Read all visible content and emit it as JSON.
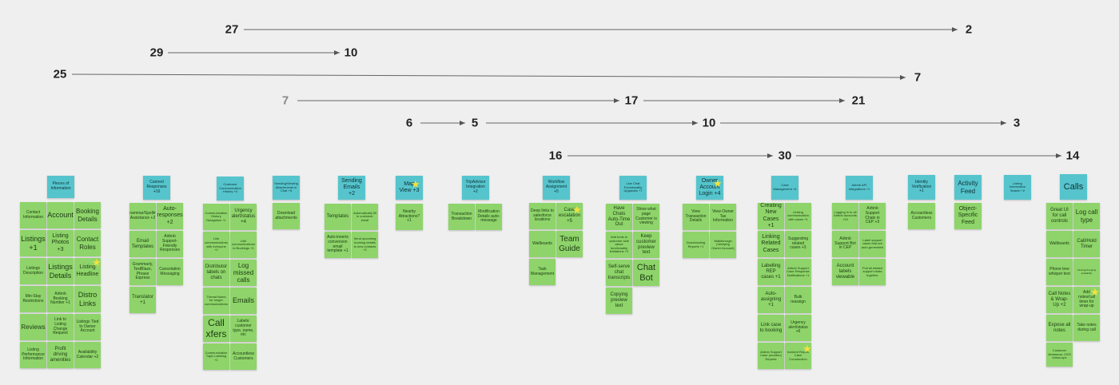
{
  "timeline": [
    {
      "from": "27",
      "to": "2"
    },
    {
      "from": "29",
      "to": "10"
    },
    {
      "from": "25",
      "to": "7"
    },
    {
      "from": "7",
      "mid": "17",
      "to": "21"
    },
    {
      "from": "6",
      "mid": "5",
      "mid2": "10",
      "to": "3"
    },
    {
      "from": "16",
      "mid": "30",
      "to": "14"
    }
  ],
  "groups": [
    {
      "header": "Pieces of Information",
      "notes": [
        "Contact Information",
        "Account",
        "Booking Details",
        "Listings +1",
        "Listing Photos +3",
        "Contact Roles",
        "Listings Description",
        "Listings Details",
        "Listing Headline",
        "Min-Stay Restrictions",
        "Airbnb Booking Number +1",
        "Distro Links",
        "Reviews",
        "Link to Listing Change Request",
        "Listings Tied to Owner Account",
        "Listing Performance Information",
        "Profit driving amenities",
        "Availability Calendar +2"
      ]
    },
    {
      "header": "Canned Responses +16",
      "notes": [
        "Grammar/Spelling Assistance +2",
        "Auto-responses +2",
        "Email Templates",
        "Airbnb Support-Friendly Responses",
        "Grammarly, TextBlaze, Phrase Express",
        "Cancelation Messaging",
        "Translator +1"
      ]
    },
    {
      "header": "Customer Communication History +4",
      "notes": [
        "Communication History Navigation +1",
        "Urgency alert/status +4",
        "Link communications with everyone +1",
        "Link communications to Bookings +1",
        "Distributor labels on chats",
        "Log missed calls",
        "Thread Notes for longer communications",
        "Emails",
        "Call xfers",
        "Labels: customer type, name, etc",
        "Communication Topic Labeling +1",
        "Accountless Customers"
      ]
    },
    {
      "header": "Sending/Viewing Attachments in Chat +5",
      "notes": [
        "Download attachments"
      ]
    },
    {
      "header": "Sending Emails +2",
      "notes": [
        "Templates",
        "Automatically fill in customer email",
        "Auto-inserts conversion email template +1",
        "Send upcoming booking details to new contacts +2"
      ]
    },
    {
      "header": "Map View +3",
      "notes": [
        "Nearby Attractions? +1"
      ]
    },
    {
      "header": "TripAdvisor Integration +2",
      "notes": [
        "Transaction Breakdown",
        "Modification Details auto-message"
      ]
    },
    {
      "header": "Workflow Assignment +5",
      "notes": [
        "Deep links to salesforce locations",
        "Case escalation +5",
        "Wallboards",
        "Team Guide",
        "Task Management"
      ]
    },
    {
      "header": "Live Chat Functionality Upgrades +7",
      "notes": [
        "Have Chats Auto-Time Out",
        "Show what page Customer is viewing",
        "Add tools to customer side about functionality limitations +2",
        "Keep customer preview text",
        "Self-serve chat transcripts",
        "Chat Bot",
        "Copying preview text"
      ]
    },
    {
      "header": "Owner Account Login +4",
      "notes": [
        "View Transaction Details",
        "View Owner Tax Information",
        "Downloading Reports +1",
        "Walkthrough (Verifying Owner Account)"
      ]
    },
    {
      "header": "Case Management +4",
      "notes": [
        "Creating New Cases +1",
        "Linking communication with cases +1",
        "Linking Related Cases",
        "Suggesting related cases +3",
        "Labelling REP cases +1",
        "Airbnb Support Case Response Notifications +1",
        "Auto-assigning +1",
        "Bulk reassign",
        "Link case to booking",
        "Urgency alert/status +6",
        "Airbnb Support Case (modern) Reports",
        "Incident Report Case Construction"
      ]
    },
    {
      "header": "Airbnb API Integrations +1",
      "notes": [
        "Logging in to all Airbnb accounts +10",
        "Airbnb Support Chats in CEP +3",
        "Airbnb Support Bot in CEP",
        "Label support cases that are auto-generated",
        "Account labels viewable",
        "Pull all related support chats together"
      ]
    },
    {
      "header": "Identity Verification +1",
      "notes": [
        "Accountless Customers"
      ]
    },
    {
      "header": "Activity Feed",
      "notes": [
        "Object-Specific Feed"
      ]
    },
    {
      "header": "Listing Information Search +2",
      "notes": []
    },
    {
      "header": "Calls",
      "notes": [
        "Great UI for call controls",
        "Log call type",
        "Wallboards",
        "Call/Hold Timer",
        "Phone tree whisper text",
        "Viewing/changing availability",
        "Call Notes & Wrap-Up +2",
        "Add notes/call timer for wrap-up",
        "Expose all notes",
        "Take notes during call",
        "Customer demeanor, O2O follow-ups"
      ]
    }
  ]
}
